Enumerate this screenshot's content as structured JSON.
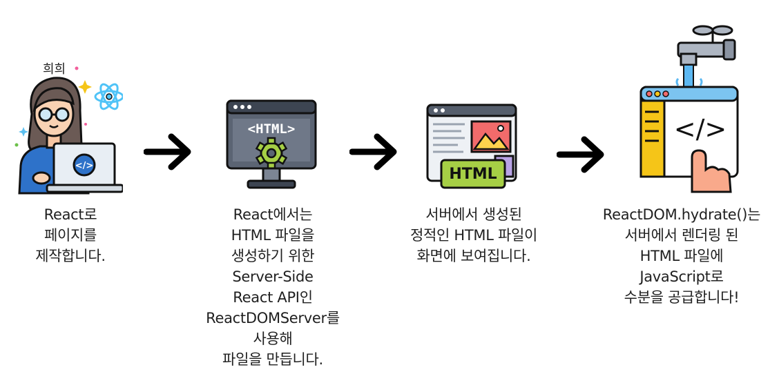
{
  "steps": [
    {
      "caption": "React로\n페이지를\n제작합니다.",
      "badge": "희희",
      "icon": "developer-with-laptop-icon"
    },
    {
      "caption": "React에서는\nHTML 파일을\n생성하기 위한\nServer-Side\nReact API인\nReactDOMServer를\n사용해\n파일을 만듭니다.",
      "screen_label": "<HTML>",
      "icon": "html-monitor-gear-icon"
    },
    {
      "caption": "서버에서 생성된\n정적인 HTML 파일이\n화면에 보여집니다.",
      "badge": "HTML",
      "icon": "static-html-page-icon"
    },
    {
      "caption": "ReactDOM.hydrate()는\n서버에서 렌더링 된\nHTML 파일에\nJavaScript로\n수분을 공급합니다!",
      "icon": "faucet-hydrating-window-icon"
    }
  ],
  "arrows": [
    "arrow-right-icon",
    "arrow-right-icon",
    "arrow-right-icon"
  ]
}
